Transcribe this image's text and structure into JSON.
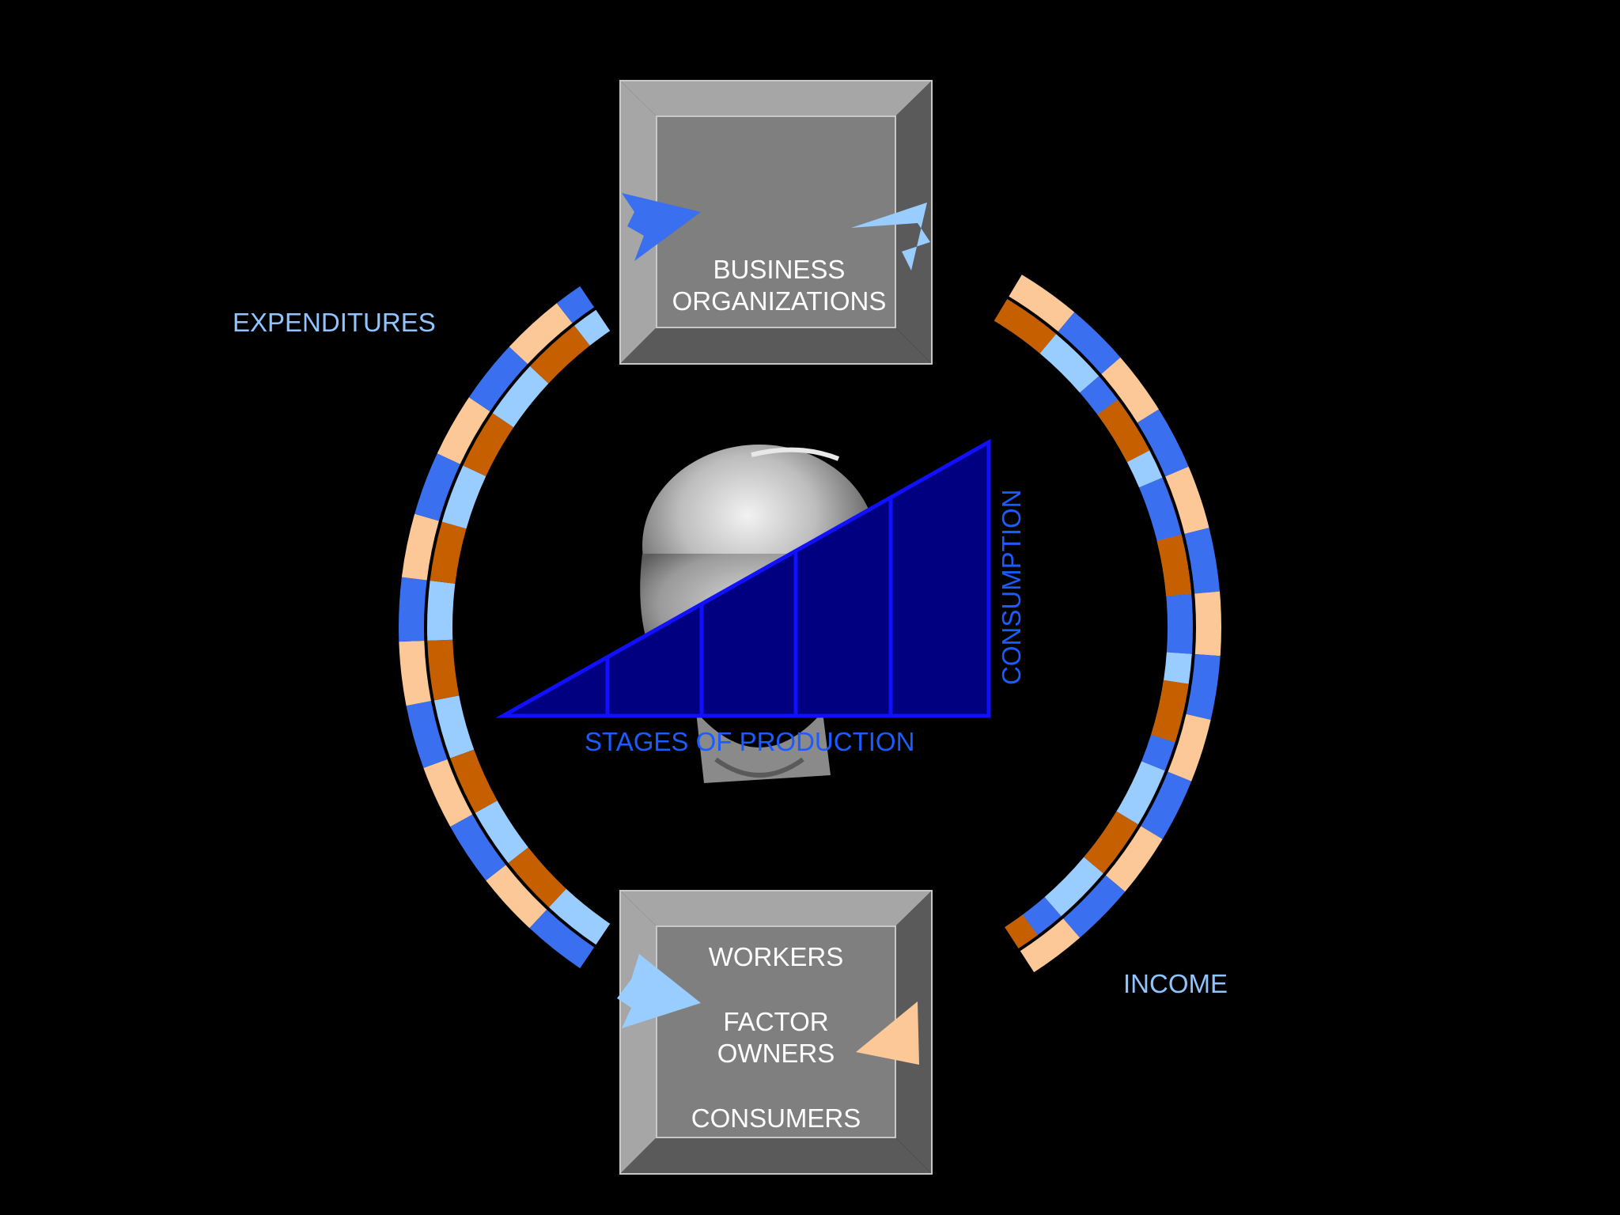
{
  "colors": {
    "background": "#000000",
    "box_face": "#7f7f7f",
    "box_bevel_light": "#a6a6a6",
    "box_bevel_dark": "#5a5a5a",
    "ring_blue": "#3a6ff0",
    "ring_peach": "#fcc897",
    "ring_light_blue": "#99ccff",
    "ring_orange": "#c65f00",
    "label_light_blue": "#8fc4ff",
    "triangle_fill": "#000080",
    "triangle_stroke": "#1010ff",
    "axis_text": "#1a5cff"
  },
  "boxes": {
    "business": {
      "line1": "BUSINESS",
      "line2": "ORGANIZATIONS"
    },
    "households": {
      "workers": "WORKERS",
      "factor1": "FACTOR",
      "factor2": "OWNERS",
      "consumers": "CONSUMERS"
    }
  },
  "flows": {
    "expenditures": "EXPENDITURES",
    "income": "INCOME"
  },
  "triangle": {
    "xlabel": "STAGES OF PRODUCTION",
    "ylabel": "CONSUMPTION",
    "stages": 5
  },
  "portrait": {
    "icon": "portrait-photo"
  }
}
